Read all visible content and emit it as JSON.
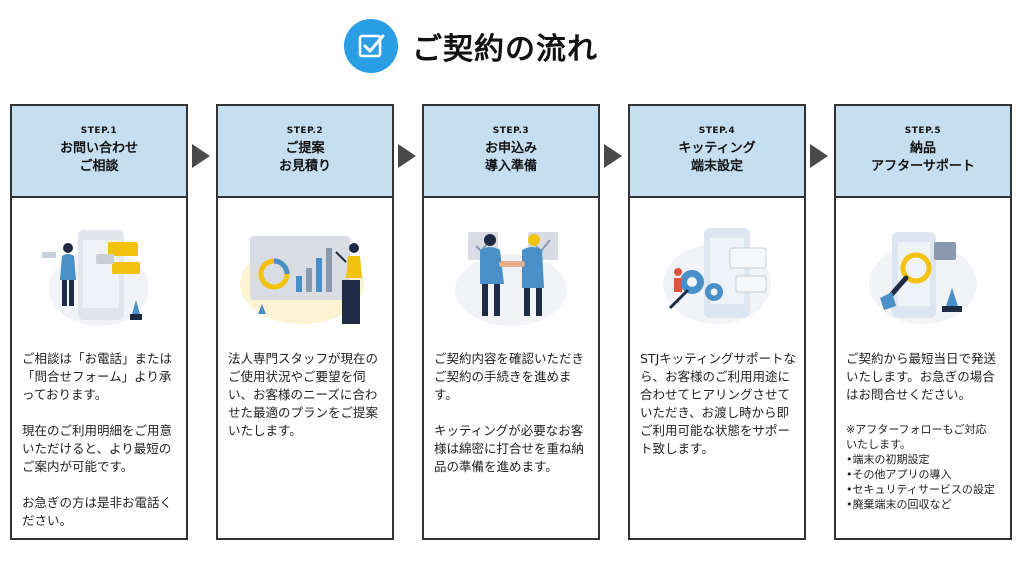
{
  "title": "ご契約の流れ",
  "icons": {
    "title": "check-square-icon"
  },
  "steps": [
    {
      "no": "STEP.1",
      "title_lines": [
        "お問い合わせ",
        "ご相談"
      ],
      "body": [
        "ご相談は「お電話」または「問合せフォーム」より承っております。",
        "現在のご利用明細をご用意いただけると、より最短のご案内が可能です。",
        "お急ぎの方は是非お電話ください。"
      ]
    },
    {
      "no": "STEP.2",
      "title_lines": [
        "ご提案",
        "お見積り"
      ],
      "body": [
        "法人専門スタッフが現在のご使用状況やご要望を伺い、お客様のニーズに合わせた最適のプランをご提案いたします。"
      ]
    },
    {
      "no": "STEP.3",
      "title_lines": [
        "お申込み",
        "導入準備"
      ],
      "body": [
        "ご契約内容を確認いただきご契約の手続きを進めます。",
        "キッティングが必要なお客様は綿密に打合せを重ね納品の準備を進めます。"
      ]
    },
    {
      "no": "STEP.4",
      "title_lines": [
        "キッティング",
        "端末設定"
      ],
      "body": [
        "STJキッティングサポートなら、お客様のご利用用途に合わせてヒアリングさせていただき、お渡し時から即ご利用可能な状態をサポート致します。"
      ]
    },
    {
      "no": "STEP.5",
      "title_lines": [
        "納品",
        "アフターサポート"
      ],
      "body": [
        "ご契約から最短当日で発送いたします。お急ぎの場合はお問合せください。"
      ],
      "notes": [
        "※アフターフォローもご対応　いたします。",
        "•端末の初期設定",
        "•その他アプリの導入",
        "•セキュリティサービスの設定",
        "•廃棄端末の回収など"
      ]
    }
  ],
  "colors": {
    "accent": "#2a9fe6",
    "header_bg": "#c5dff1",
    "border": "#333333",
    "arrow": "#4a4a4a",
    "illus_blue": "#4a90c8",
    "illus_yellow": "#f2c20f"
  }
}
